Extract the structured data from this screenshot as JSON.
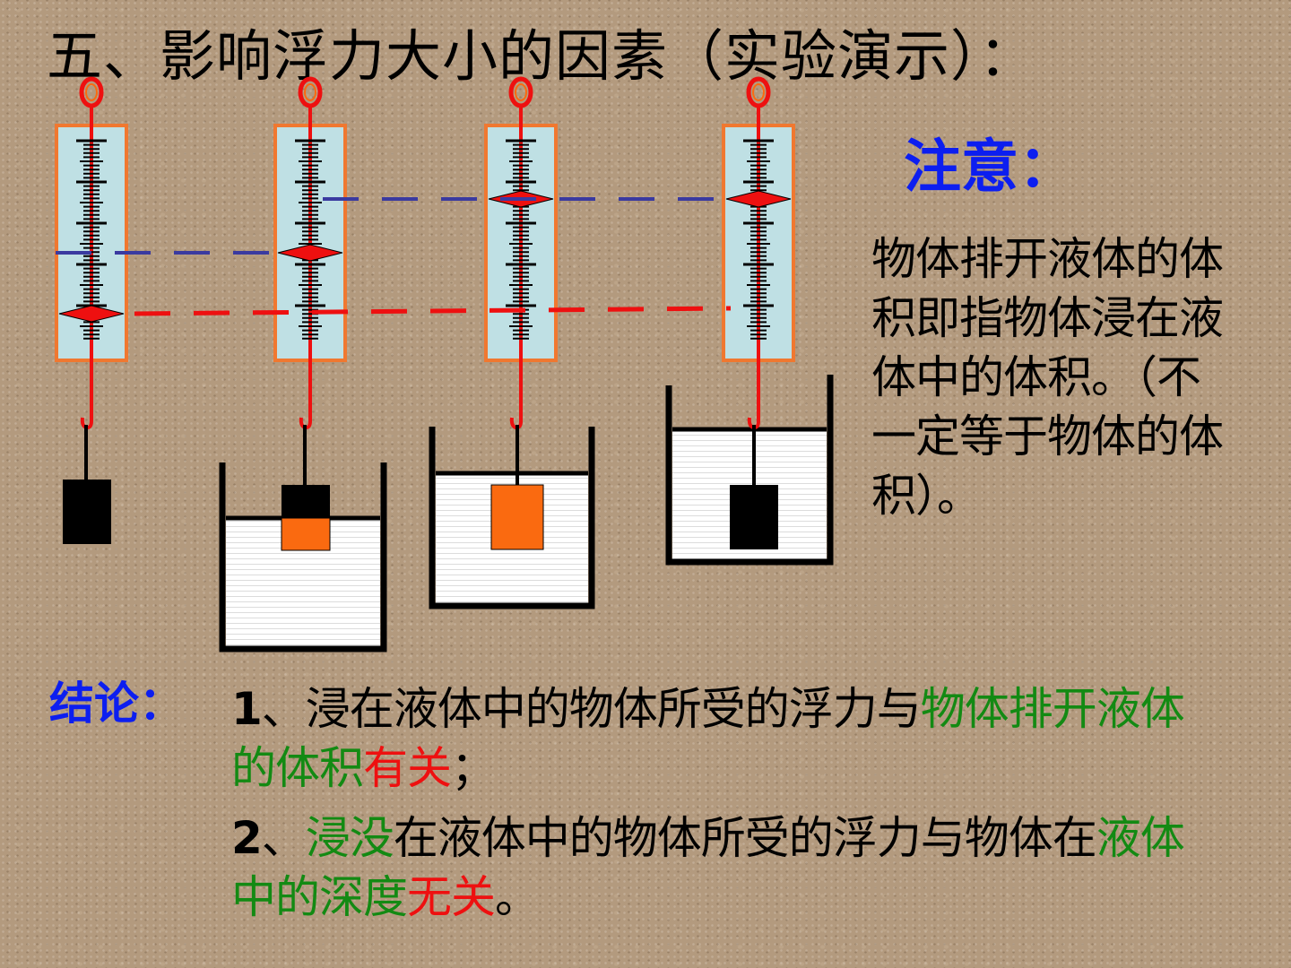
{
  "title": "五、影响浮力大小的因素（实验演示）：",
  "note": {
    "heading": "注意：",
    "body": "物体排开液体的体积即指物体浸在液体中的体积。（不一定等于物体的体积）。"
  },
  "conclusion": {
    "heading": "结论：",
    "items": [
      {
        "number": "1",
        "text_1": "、浸在液体中的物体所受的浮力与",
        "highlight_green": "物体排开液体的体积",
        "highlight_red": "有关",
        "end": "；"
      },
      {
        "number": "2",
        "text_1": "、",
        "highlight_green_1": "浸没",
        "text_2": "在液体中的物体所受的浮力与物体在",
        "highlight_green_2": "液体中的深度",
        "highlight_red": "无关",
        "end": "。"
      }
    ]
  },
  "colors": {
    "heading_blue": "#0c1ef0",
    "highlight_green": "#138a13",
    "highlight_red": "#ee1010",
    "spring_scale_fill": "#bfe0e4",
    "spring_scale_border": "#f07830",
    "object_orange": "#fa6a10",
    "object_black": "#000000",
    "pointer_red": "#ee1010",
    "guide_blue": "#3a3aa0"
  },
  "icons": [
    "spring-scale-icon",
    "hook-icon",
    "beaker-icon",
    "weight-block-icon"
  ]
}
